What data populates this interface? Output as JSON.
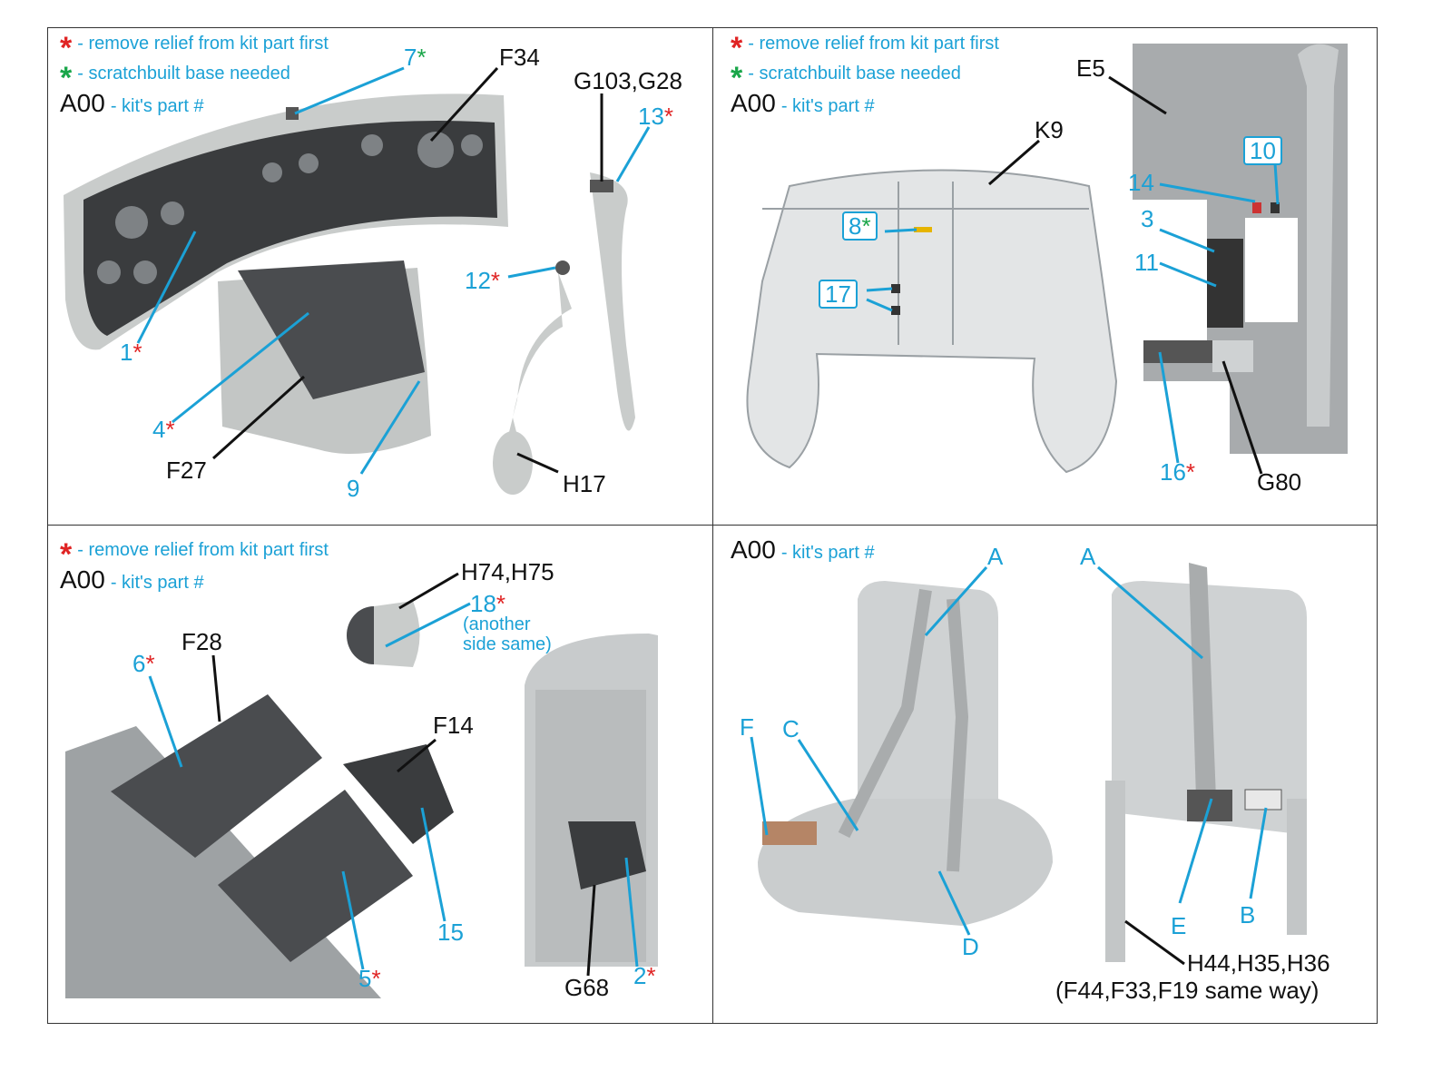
{
  "legend": {
    "red_star_text": "- remove relief from kit part first",
    "green_star_text": "- scratchbuilt base needed",
    "kit_code": "A00",
    "kit_text": "- kit's part #",
    "star_glyph": "*"
  },
  "panels": [
    {
      "id": "instrument-panel",
      "labels": [
        {
          "text": "F34",
          "color": "black"
        },
        {
          "text": "G103,G28",
          "color": "black"
        },
        {
          "text": "7",
          "color": "blue",
          "star": "green"
        },
        {
          "text": "13",
          "color": "blue",
          "star": "red"
        },
        {
          "text": "12",
          "color": "blue",
          "star": "red"
        },
        {
          "text": "1",
          "color": "blue",
          "star": "red"
        },
        {
          "text": "4",
          "color": "blue",
          "star": "red"
        },
        {
          "text": "F27",
          "color": "black"
        },
        {
          "text": "9",
          "color": "blue"
        },
        {
          "text": "H17",
          "color": "black"
        }
      ]
    },
    {
      "id": "canopy-and-wall",
      "labels": [
        {
          "text": "K9",
          "color": "black"
        },
        {
          "text": "E5",
          "color": "black"
        },
        {
          "text": "8",
          "color": "blue",
          "star": "green",
          "boxed": true
        },
        {
          "text": "17",
          "color": "blue",
          "boxed": true
        },
        {
          "text": "10",
          "color": "blue",
          "boxed": true
        },
        {
          "text": "14",
          "color": "blue"
        },
        {
          "text": "3",
          "color": "blue"
        },
        {
          "text": "11",
          "color": "blue"
        },
        {
          "text": "16",
          "color": "blue",
          "star": "red"
        },
        {
          "text": "G80",
          "color": "black"
        }
      ]
    },
    {
      "id": "consoles",
      "labels": [
        {
          "text": "H74,H75",
          "color": "black"
        },
        {
          "text": "18",
          "color": "blue",
          "star": "red"
        },
        {
          "text": "(another side same)",
          "color": "blue"
        },
        {
          "text": "F28",
          "color": "black"
        },
        {
          "text": "6",
          "color": "blue",
          "star": "red"
        },
        {
          "text": "F14",
          "color": "black"
        },
        {
          "text": "15",
          "color": "blue"
        },
        {
          "text": "5",
          "color": "blue",
          "star": "red"
        },
        {
          "text": "G68",
          "color": "black"
        },
        {
          "text": "2",
          "color": "blue",
          "star": "red"
        }
      ]
    },
    {
      "id": "seats",
      "labels": [
        {
          "text": "A",
          "color": "blue"
        },
        {
          "text": "A",
          "color": "blue"
        },
        {
          "text": "F",
          "color": "blue"
        },
        {
          "text": "C",
          "color": "blue"
        },
        {
          "text": "D",
          "color": "blue"
        },
        {
          "text": "E",
          "color": "blue"
        },
        {
          "text": "B",
          "color": "blue"
        },
        {
          "text": "H44,H35,H36",
          "color": "black"
        },
        {
          "text": "(F44,F33,F19 same way)",
          "color": "black"
        }
      ]
    }
  ],
  "colors": {
    "blue": "#1ba1d6",
    "red": "#e02424",
    "green": "#1aa64a",
    "part_gray": "#c9cccb",
    "panel_dark": "#3a3c3e"
  }
}
